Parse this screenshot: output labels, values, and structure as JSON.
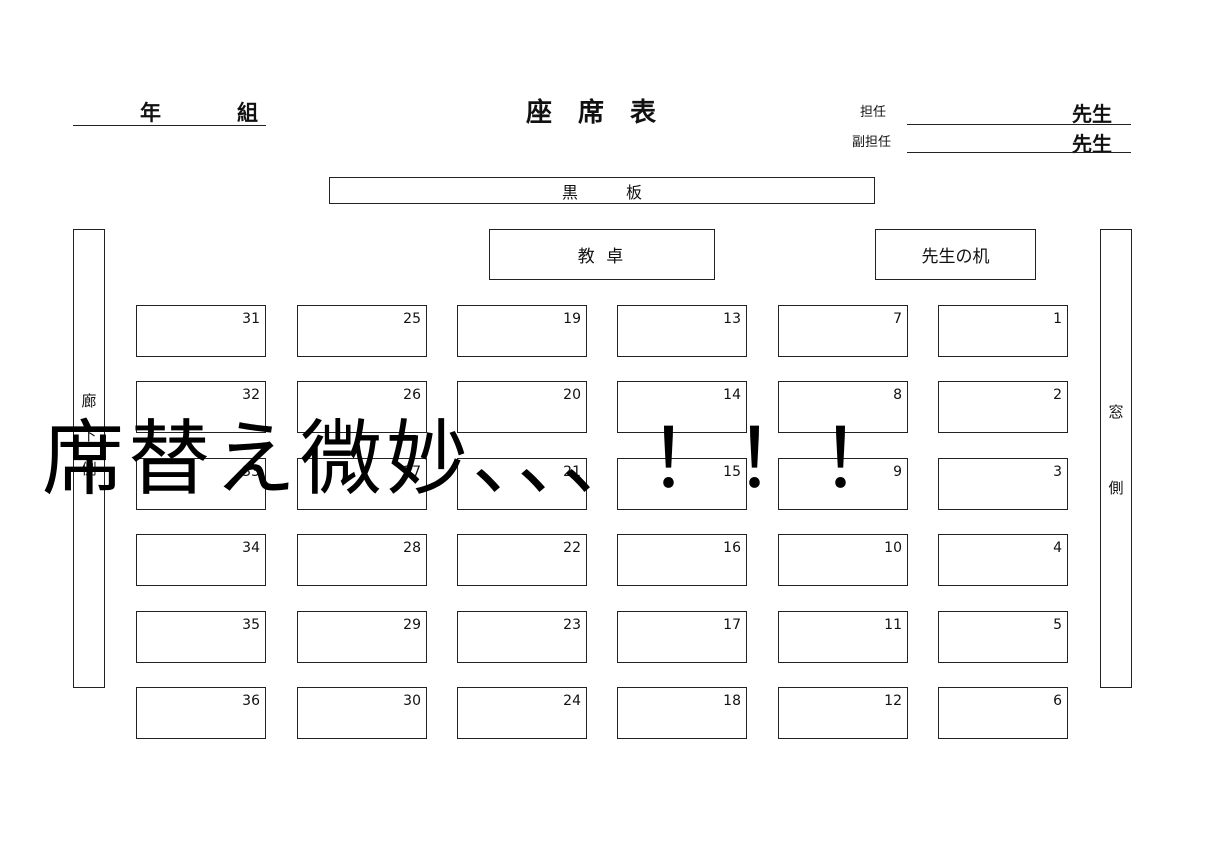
{
  "header": {
    "year_label": "年",
    "class_label": "組",
    "title": "座　席　表",
    "homeroom_label": "担任",
    "homeroom_suffix": "先生",
    "assistant_label": "副担任",
    "assistant_suffix": "先生"
  },
  "blackboard": {
    "label": "黒　　　板"
  },
  "teacher_podium": {
    "label": "教 卓"
  },
  "teacher_desk": {
    "label": "先生の机"
  },
  "hallway_side": {
    "char1": "廊",
    "char2": "下",
    "char3": "側"
  },
  "window_side": {
    "char1": "窓",
    "char3": "側"
  },
  "seat_columns": [
    [
      31,
      32,
      33,
      34,
      35,
      36
    ],
    [
      25,
      26,
      27,
      28,
      29,
      30
    ],
    [
      19,
      20,
      21,
      22,
      23,
      24
    ],
    [
      13,
      14,
      15,
      16,
      17,
      18
    ],
    [
      7,
      8,
      9,
      10,
      11,
      12
    ],
    [
      1,
      2,
      3,
      4,
      5,
      6
    ]
  ],
  "overlay_text": "席替え微妙、、、！！！"
}
